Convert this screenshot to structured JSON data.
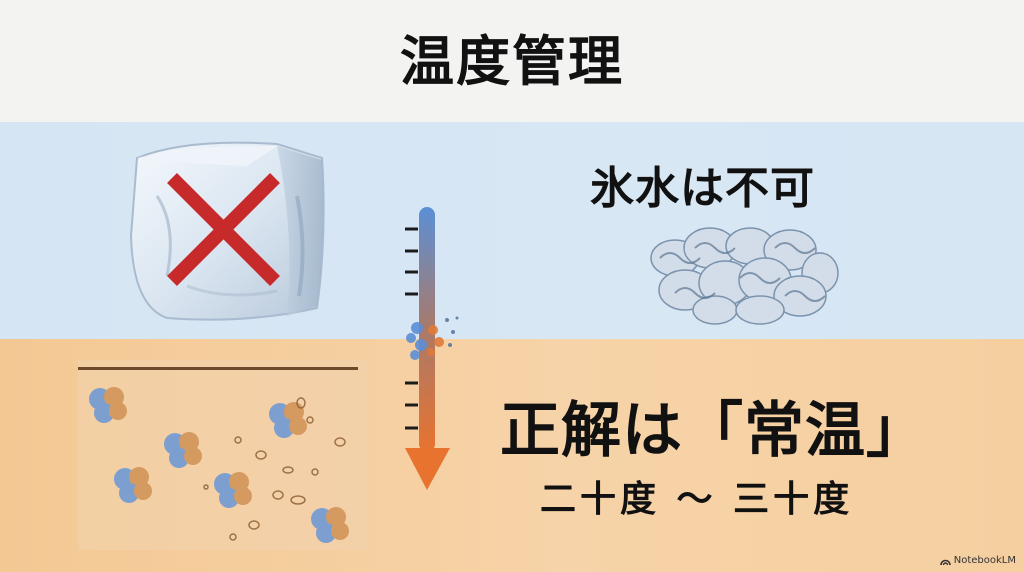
{
  "slide": {
    "title": "温度管理",
    "cold_section": {
      "label": "氷水は不可",
      "ice_icon": "ice-cube-with-red-x",
      "protein_icon": "frozen-aggregated-protein"
    },
    "warm_section": {
      "answer": "正解は「常温」",
      "range": "二十度 ～ 三十度",
      "image": "proteins-dispersed-in-water"
    },
    "thermometer": {
      "direction": "down",
      "top_color": "#5b8fd6",
      "bottom_color": "#e8732f",
      "tick_count": 7
    },
    "colors": {
      "title_bg": "#f3f3f2",
      "cold_bg": "#d6e6f3",
      "warm_bg": "#f5cd9c",
      "x_mark": "#c62a2a",
      "text": "#111111"
    },
    "watermark": "NotebookLM"
  }
}
